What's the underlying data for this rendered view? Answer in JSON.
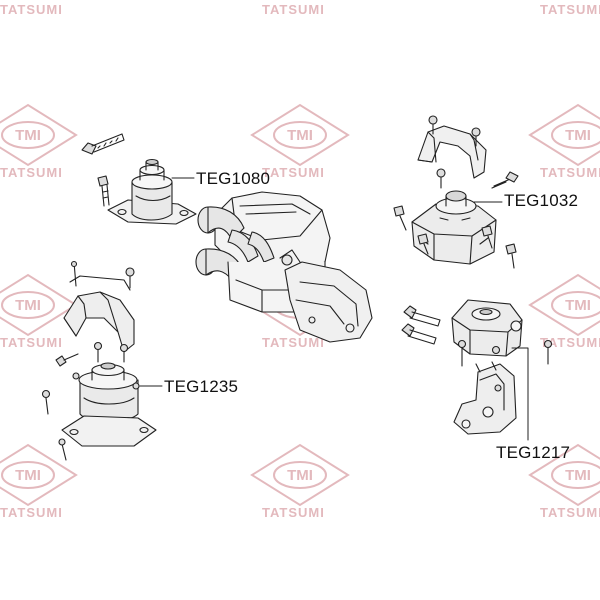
{
  "watermark": {
    "brand": "TATSUMI",
    "logo": "TMI",
    "color": "#e3b9bd"
  },
  "parts": {
    "teg1080": "TEG1080",
    "teg1032": "TEG1032",
    "teg1235": "TEG1235",
    "teg1217": "TEG1217"
  },
  "colors": {
    "line": "#222222",
    "shade": "#bdbdbd",
    "dark": "#555555"
  }
}
